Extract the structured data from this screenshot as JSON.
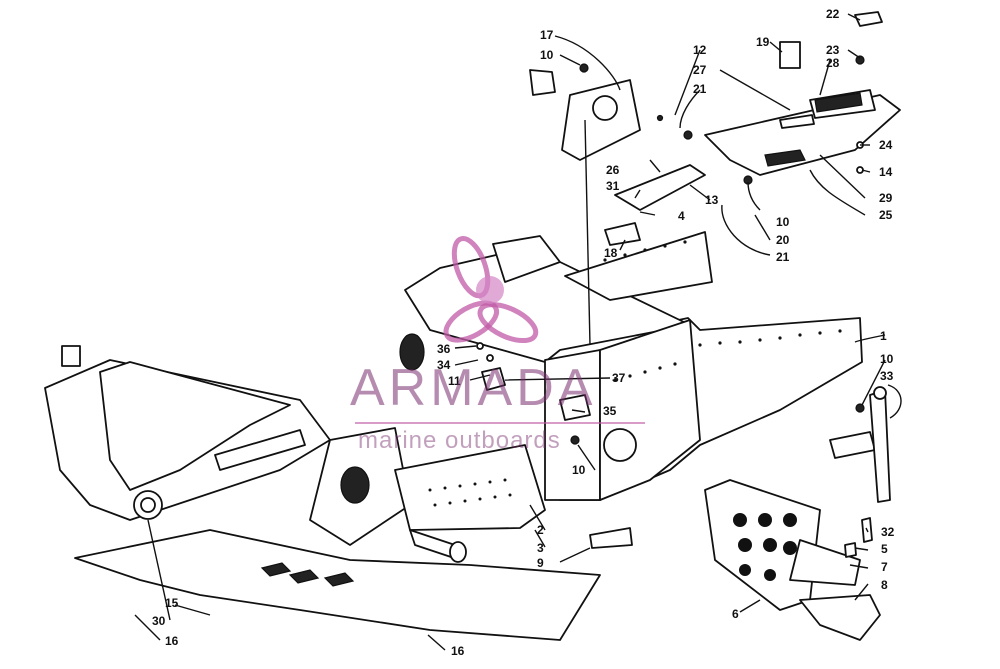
{
  "watermark": {
    "brand": "ARMADA",
    "tagline": "marine outboards",
    "accent_color": "#c05aa5",
    "logo_icon": "propeller-logo-icon"
  },
  "callouts": [
    {
      "id": "c1",
      "text": "1"
    },
    {
      "id": "c2",
      "text": "2"
    },
    {
      "id": "c3",
      "text": "3"
    },
    {
      "id": "c4",
      "text": "4"
    },
    {
      "id": "c5",
      "text": "5"
    },
    {
      "id": "c6",
      "text": "6"
    },
    {
      "id": "c7",
      "text": "7"
    },
    {
      "id": "c8",
      "text": "8"
    },
    {
      "id": "c9",
      "text": "9"
    },
    {
      "id": "c10a",
      "text": "10"
    },
    {
      "id": "c10b",
      "text": "10"
    },
    {
      "id": "c10c",
      "text": "10"
    },
    {
      "id": "c10d",
      "text": "10"
    },
    {
      "id": "c11",
      "text": "11"
    },
    {
      "id": "c12",
      "text": "12"
    },
    {
      "id": "c13",
      "text": "13"
    },
    {
      "id": "c14",
      "text": "14"
    },
    {
      "id": "c15",
      "text": "15"
    },
    {
      "id": "c16a",
      "text": "16"
    },
    {
      "id": "c16b",
      "text": "16"
    },
    {
      "id": "c17",
      "text": "17"
    },
    {
      "id": "c18",
      "text": "18"
    },
    {
      "id": "c19",
      "text": "19"
    },
    {
      "id": "c20",
      "text": "20"
    },
    {
      "id": "c21a",
      "text": "21"
    },
    {
      "id": "c21b",
      "text": "21"
    },
    {
      "id": "c22",
      "text": "22"
    },
    {
      "id": "c23",
      "text": "23"
    },
    {
      "id": "c24",
      "text": "24"
    },
    {
      "id": "c25",
      "text": "25"
    },
    {
      "id": "c26",
      "text": "26"
    },
    {
      "id": "c27",
      "text": "27"
    },
    {
      "id": "c28",
      "text": "28"
    },
    {
      "id": "c29",
      "text": "29"
    },
    {
      "id": "c30",
      "text": "30"
    },
    {
      "id": "c31",
      "text": "31"
    },
    {
      "id": "c32",
      "text": "32"
    },
    {
      "id": "c33",
      "text": "33"
    },
    {
      "id": "c34",
      "text": "34"
    },
    {
      "id": "c35",
      "text": "35"
    },
    {
      "id": "c36",
      "text": "36"
    },
    {
      "id": "c37",
      "text": "37"
    }
  ]
}
